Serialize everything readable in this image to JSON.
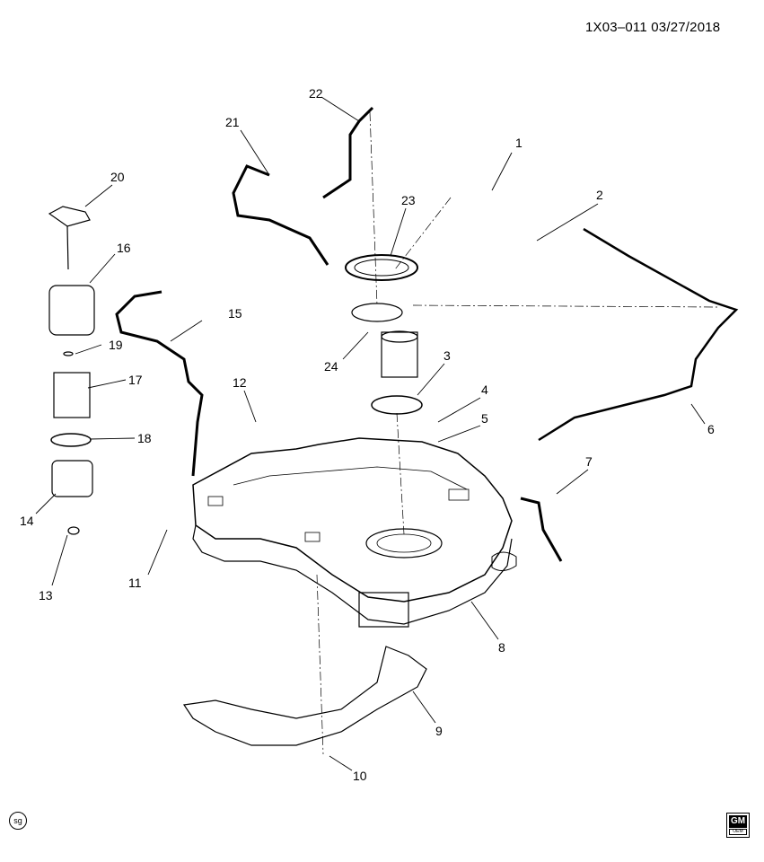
{
  "header": {
    "ref_code": "1X03–011  03/27/2018"
  },
  "callouts": [
    {
      "id": "c1",
      "label": "1"
    },
    {
      "id": "c2",
      "label": "2"
    },
    {
      "id": "c3",
      "label": "3"
    },
    {
      "id": "c4",
      "label": "4"
    },
    {
      "id": "c5",
      "label": "5"
    },
    {
      "id": "c6",
      "label": "6"
    },
    {
      "id": "c7",
      "label": "7"
    },
    {
      "id": "c8",
      "label": "8"
    },
    {
      "id": "c9",
      "label": "9"
    },
    {
      "id": "c10",
      "label": "10"
    },
    {
      "id": "c11",
      "label": "11"
    },
    {
      "id": "c12",
      "label": "12"
    },
    {
      "id": "c13",
      "label": "13"
    },
    {
      "id": "c14",
      "label": "14"
    },
    {
      "id": "c15",
      "label": "15"
    },
    {
      "id": "c16",
      "label": "16"
    },
    {
      "id": "c17",
      "label": "17"
    },
    {
      "id": "c18",
      "label": "18"
    },
    {
      "id": "c19",
      "label": "19"
    },
    {
      "id": "c20",
      "label": "20"
    },
    {
      "id": "c21",
      "label": "21"
    },
    {
      "id": "c22",
      "label": "22"
    },
    {
      "id": "c23",
      "label": "23"
    },
    {
      "id": "c24",
      "label": "24"
    }
  ],
  "footer": {
    "sg_mark": "sg",
    "logo_text": "GM",
    "logo_sub": "OEM"
  }
}
